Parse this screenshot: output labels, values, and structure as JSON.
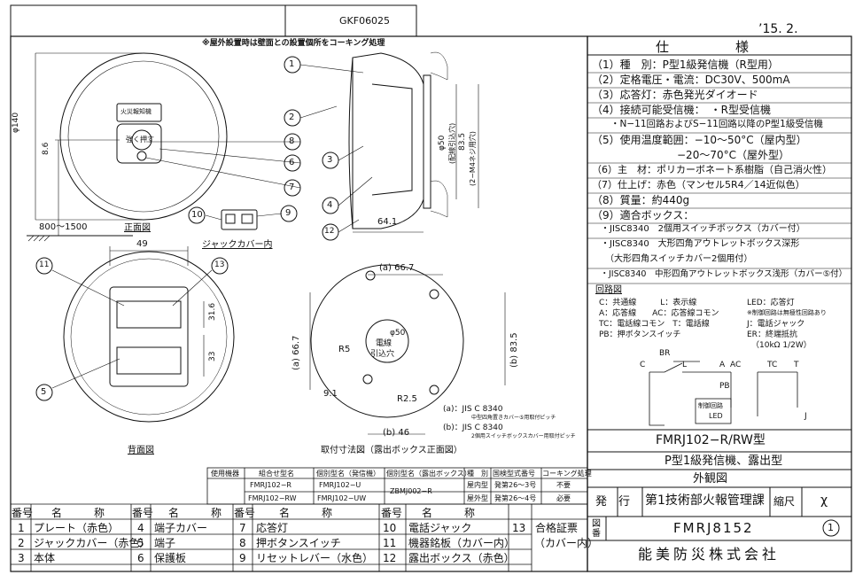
{
  "header": {
    "doc_code": "GKF06025",
    "date": "’15. 2."
  },
  "note_top": "※屋外設置時は壁面との設置個所をコーキング処理",
  "front_view": {
    "label": "正面図",
    "dim_phi140": "φ140",
    "dim_8_6": "8.6",
    "dim_height": "800～1500",
    "panel_label": "火災報知機",
    "button_label": "強く押す"
  },
  "jack_cover": {
    "label": "ジャックカバー内",
    "callouts": [
      "10",
      "9"
    ]
  },
  "side_view": {
    "dim_phi50": "φ50",
    "dim_phi50_note": "(配線引込穴)",
    "dim_83_5": "83.5",
    "dim_83_5_note": "(2−M4ネジ用穴)",
    "dim_64_1": "64.1",
    "callouts": [
      "1",
      "2",
      "8",
      "6",
      "7",
      "3",
      "4",
      "12"
    ]
  },
  "back_view": {
    "label": "背面図",
    "dim_49": "49",
    "dim_31_6": "31.6",
    "dim_33": "33",
    "callouts": [
      "11",
      "13",
      "5"
    ]
  },
  "mount_view": {
    "label": "取付寸法図（露出ボックス正面図）",
    "dim_a_66_7_top": "(a) 66.7",
    "dim_a_66_7_left": "(a) 66.7",
    "dim_b_83_5": "(b) 83.5",
    "dim_b_46": "(b) 46",
    "dim_r5": "R5",
    "dim_r2_5": "R2.5",
    "dim_9_1": "9.1",
    "dim_phi50": "φ50",
    "hole_label_1": "電線",
    "hole_label_2": "引込穴",
    "note_a": "(a)：JIS C 8340",
    "note_a2": "中型四角置きカバー⑤用取付ピッチ",
    "note_b": "(b)：JIS C 8340",
    "note_b2": "2個用スイッチボックスカバー用取付ピッチ"
  },
  "spec": {
    "title": "仕　　　　　様",
    "rows": [
      "（1）種　別：P型1級発信機（R型用）",
      "（2）定格電圧・電流：DC30V、500mA",
      "（3）応答灯：赤色発光ダイオード",
      "（4）接続可能受信機：　・R型受信機",
      "　　・N−11回路およびS−11回路以降のP型1級受信機",
      "（5）使用温度範囲：−10～50°C（屋内型）",
      "　　　　　　　　−20～70°C（屋外型）",
      "（6）主　材：ポリカーボネート系樹脂（自己消火性）",
      "（7）仕上げ：赤色（マンセル5R4／14近似色）",
      "（8）質量：約440g",
      "（9）適合ボックス：",
      "　・JISC8340　2個用スイッチボックス（カバー付）",
      "　・JISC8340　大形四角アウトレットボックス深形",
      "　　（大形四角スイッチカバー2個用付）",
      "　・JISC8340　中形四角アウトレットボックス浅形（カバー⑤付）"
    ]
  },
  "circuit": {
    "title": "回路図",
    "legend": [
      "C：共通線　　　L：表示線",
      "A：応答線　　AC：応答線コモン",
      "TC：電話線コモン　T：電話線",
      "PB：押ボタンスイッチ"
    ],
    "legend_right": [
      "LED：応答灯",
      "※制御回路は無極性回路あり",
      "J：電話ジャック",
      "ER：終端抵抗",
      "（10kΩ 1/2W）"
    ],
    "labels": {
      "br": "BR",
      "c": "C",
      "l": "L",
      "a": "A",
      "ac": "AC",
      "tc": "TC",
      "t": "T",
      "pb": "PB",
      "ctrl": "制御回路",
      "led": "LED",
      "j": "J"
    }
  },
  "title_block": {
    "model": "FMRJ102−R/RW型",
    "name": "P型1級発信機、露出型",
    "view": "外観図",
    "issue_label": "発　行",
    "dept": "第1技術部火報管理課",
    "scale_label": "縮尺",
    "scale_value": "χ",
    "drawing_no_label": "図番",
    "drawing_no": "FMRJ8152",
    "revision": "1",
    "company": "能美防災株式会社"
  },
  "usage_table": {
    "headers": [
      "使用機器",
      "組合せ型名",
      "個別型名（発信機）",
      "個別型名（露出ボックス）",
      "種　別",
      "国検型式番号",
      "コーキング処理"
    ],
    "rows": [
      [
        "FMRJ102−R",
        "FMRJ102−U",
        "ZBMJ002−R",
        "屋内型",
        "発第26～3号",
        "不要"
      ],
      [
        "FMRJ102−RW",
        "FMRJ102−UW",
        "",
        "屋外型",
        "発第26～4号",
        "必要"
      ]
    ]
  },
  "parts_table": {
    "header_no": "番号",
    "header_name": "名　　　称",
    "parts": [
      {
        "no": "1",
        "name": "プレート（赤色）"
      },
      {
        "no": "2",
        "name": "ジャックカバー（赤色）"
      },
      {
        "no": "3",
        "name": "本体"
      },
      {
        "no": "4",
        "name": "端子カバー"
      },
      {
        "no": "5",
        "name": "端子"
      },
      {
        "no": "6",
        "name": "保護板"
      },
      {
        "no": "7",
        "name": "応答灯"
      },
      {
        "no": "8",
        "name": "押ボタンスイッチ"
      },
      {
        "no": "9",
        "name": "リセットレバー（水色）"
      },
      {
        "no": "10",
        "name": "電話ジャック"
      },
      {
        "no": "11",
        "name": "機器銘板（カバー内）"
      },
      {
        "no": "12",
        "name": "露出ボックス（赤色）"
      },
      {
        "no": "13",
        "name": "合格証票"
      },
      {
        "no": "",
        "name": "（カバー内）"
      }
    ]
  }
}
